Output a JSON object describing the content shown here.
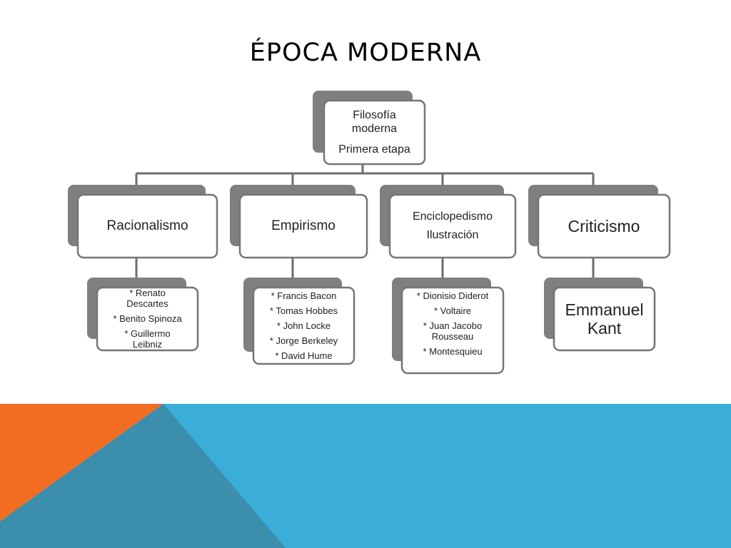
{
  "title": "ÉPOCA MODERNA",
  "root": {
    "line1": "Filosofía moderna",
    "line2": "Primera etapa"
  },
  "branches": [
    {
      "label": "Racionalismo",
      "items": [
        "* Renato Descartes",
        "* Benito Spinoza",
        "* Guillermo Leibniz"
      ]
    },
    {
      "label": "Empirismo",
      "items": [
        "* Francis Bacon",
        "* Tomas Hobbes",
        "* John Locke",
        "* Jorge Berkeley",
        "* David Hume"
      ]
    },
    {
      "label": "Enciclopedismo",
      "sublabel": "Ilustración",
      "items": [
        "* Dionisio Diderot",
        "* Voltaire",
        "* Juan Jacobo Rousseau",
        "* Montesquieu"
      ]
    },
    {
      "label": "Criticismo",
      "items": [
        "Emmanuel Kant"
      ]
    }
  ],
  "colors": {
    "shadow": "#7f7f7f",
    "border": "#757575",
    "connector": "#6d6d6d",
    "orange": "#f26c22",
    "blue": "#3aaed9",
    "steel": "#3b8eac"
  }
}
